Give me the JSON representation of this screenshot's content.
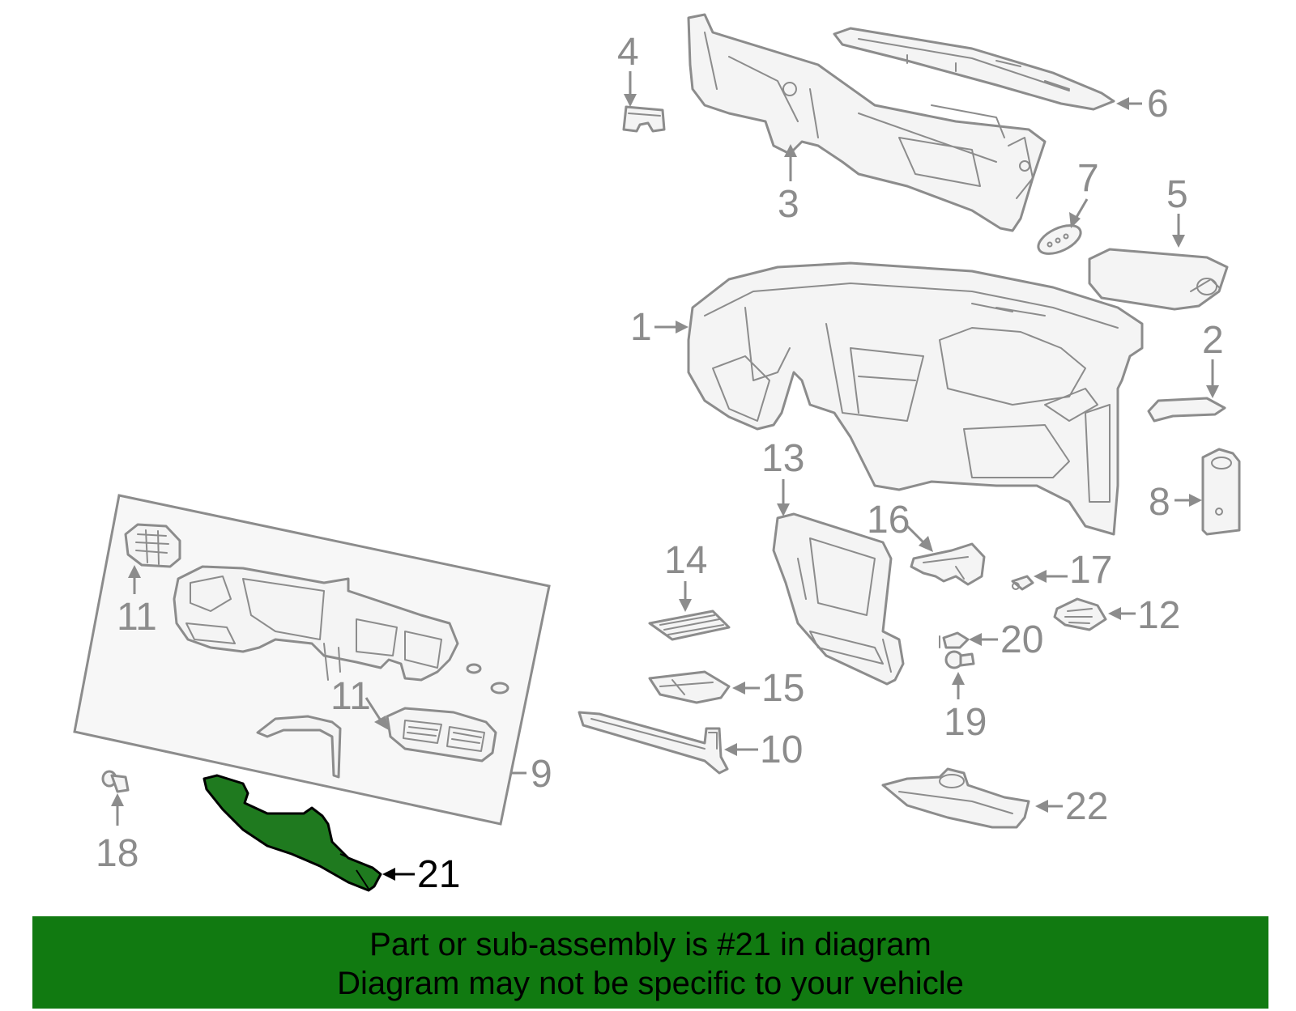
{
  "callouts": {
    "c1": "1",
    "c2": "2",
    "c3": "3",
    "c4": "4",
    "c5": "5",
    "c6": "6",
    "c7": "7",
    "c8": "8",
    "c9": "9",
    "c10": "10",
    "c11a": "11",
    "c11b": "11",
    "c12": "12",
    "c13": "13",
    "c14": "14",
    "c15": "15",
    "c16": "16",
    "c17": "17",
    "c18": "18",
    "c19": "19",
    "c20": "20",
    "c21": "21",
    "c22": "22"
  },
  "highlight": {
    "part_number": "21",
    "color": "#1f7a1f"
  },
  "banner": {
    "line1": "Part or sub-assembly is #21 in diagram",
    "line2": "Diagram may not be specific to your vehicle",
    "background": "#117a11"
  }
}
